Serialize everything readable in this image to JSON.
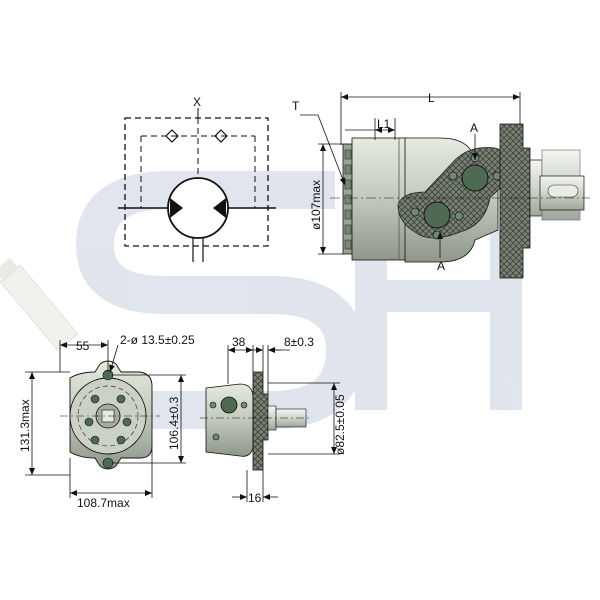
{
  "colors": {
    "watermark": "#c7cfe0",
    "body_light": "#d8ddd2",
    "body_mid": "#b8bfb2",
    "body_dark": "#8e968a",
    "gasket": "#7d8478",
    "port": "#4f6a52",
    "line": "#111111"
  },
  "watermark": {
    "icon": "sh-logo-watermark"
  },
  "schematic": {
    "label_x": "X",
    "icon": "hydraulic-motor-symbol"
  },
  "side_view": {
    "label_t": "T",
    "label_l": "L",
    "label_l1": "L1",
    "label_a_top": "A",
    "label_a_bottom": "A",
    "label_diameter": "ø107max"
  },
  "front_view": {
    "dim_55": "55",
    "dim_holes": "2-ø 13.5±0.25",
    "dim_131": "131.3max",
    "dim_106": "106.4±0.3",
    "dim_108": "108.7max"
  },
  "flange_view": {
    "dim_38": "38",
    "dim_8": "8±0.3",
    "dim_82": "ø82.5±0.05",
    "dim_16": "16"
  }
}
